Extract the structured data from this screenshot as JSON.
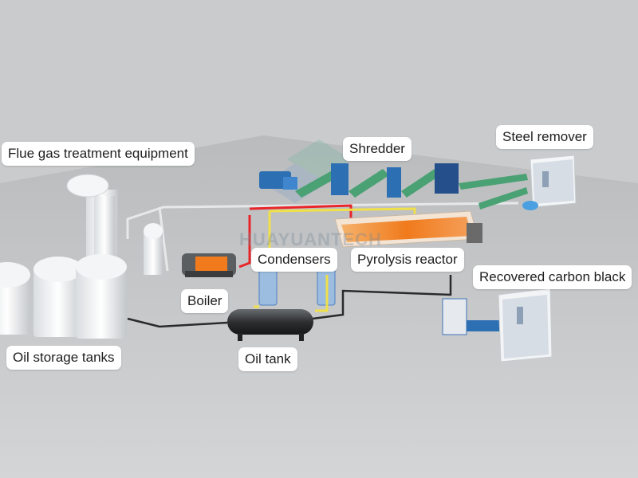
{
  "labels": {
    "flue_gas": "Flue gas treatment equipment",
    "shredder": "Shredder",
    "steel_remover": "Steel remover",
    "condensers": "Condensers",
    "pyrolysis_reactor": "Pyrolysis reactor",
    "recovered_carbon_black": "Recovered carbon black",
    "boiler": "Boiler",
    "oil_storage_tanks": "Oil storage tanks",
    "oil_tank": "Oil tank"
  },
  "watermark": "HUAYUANTECH",
  "colors": {
    "background": "#c9cbcd",
    "hot_pipe": "#e8262a",
    "gas_pipe": "#f0e04a",
    "oil_pipe": "#2a2a2a",
    "equipment_blue": "#2c6fb3",
    "conveyor_green": "#4aa173",
    "reactor_fire": "#f07a1c"
  }
}
